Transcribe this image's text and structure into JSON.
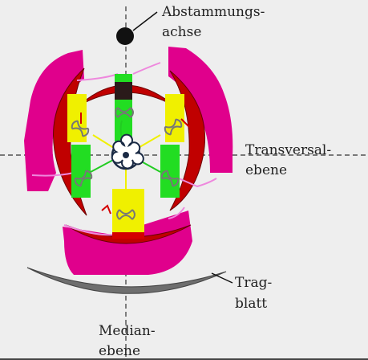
{
  "labels": {
    "abstammungsachse_1": "Abstammungs-",
    "abstammungsachse_2": "achse",
    "transversal_1": "Transversal-",
    "transversal_2": "ebene",
    "tragblatt_1": "Trag-",
    "tragblatt_2": "blatt",
    "median_1": "Median-",
    "median_2": "ebene"
  },
  "colors": {
    "background": "#eeeeee",
    "outer_organ_magenta": "#e0008c",
    "petal_red": "#c00000",
    "stamen_yellow": "#f0f000",
    "carpel_green": "#22dd22",
    "connector_pink": "#ee88dd",
    "bract_gray": "#6e6e6e",
    "axis_dash": "#333333"
  }
}
